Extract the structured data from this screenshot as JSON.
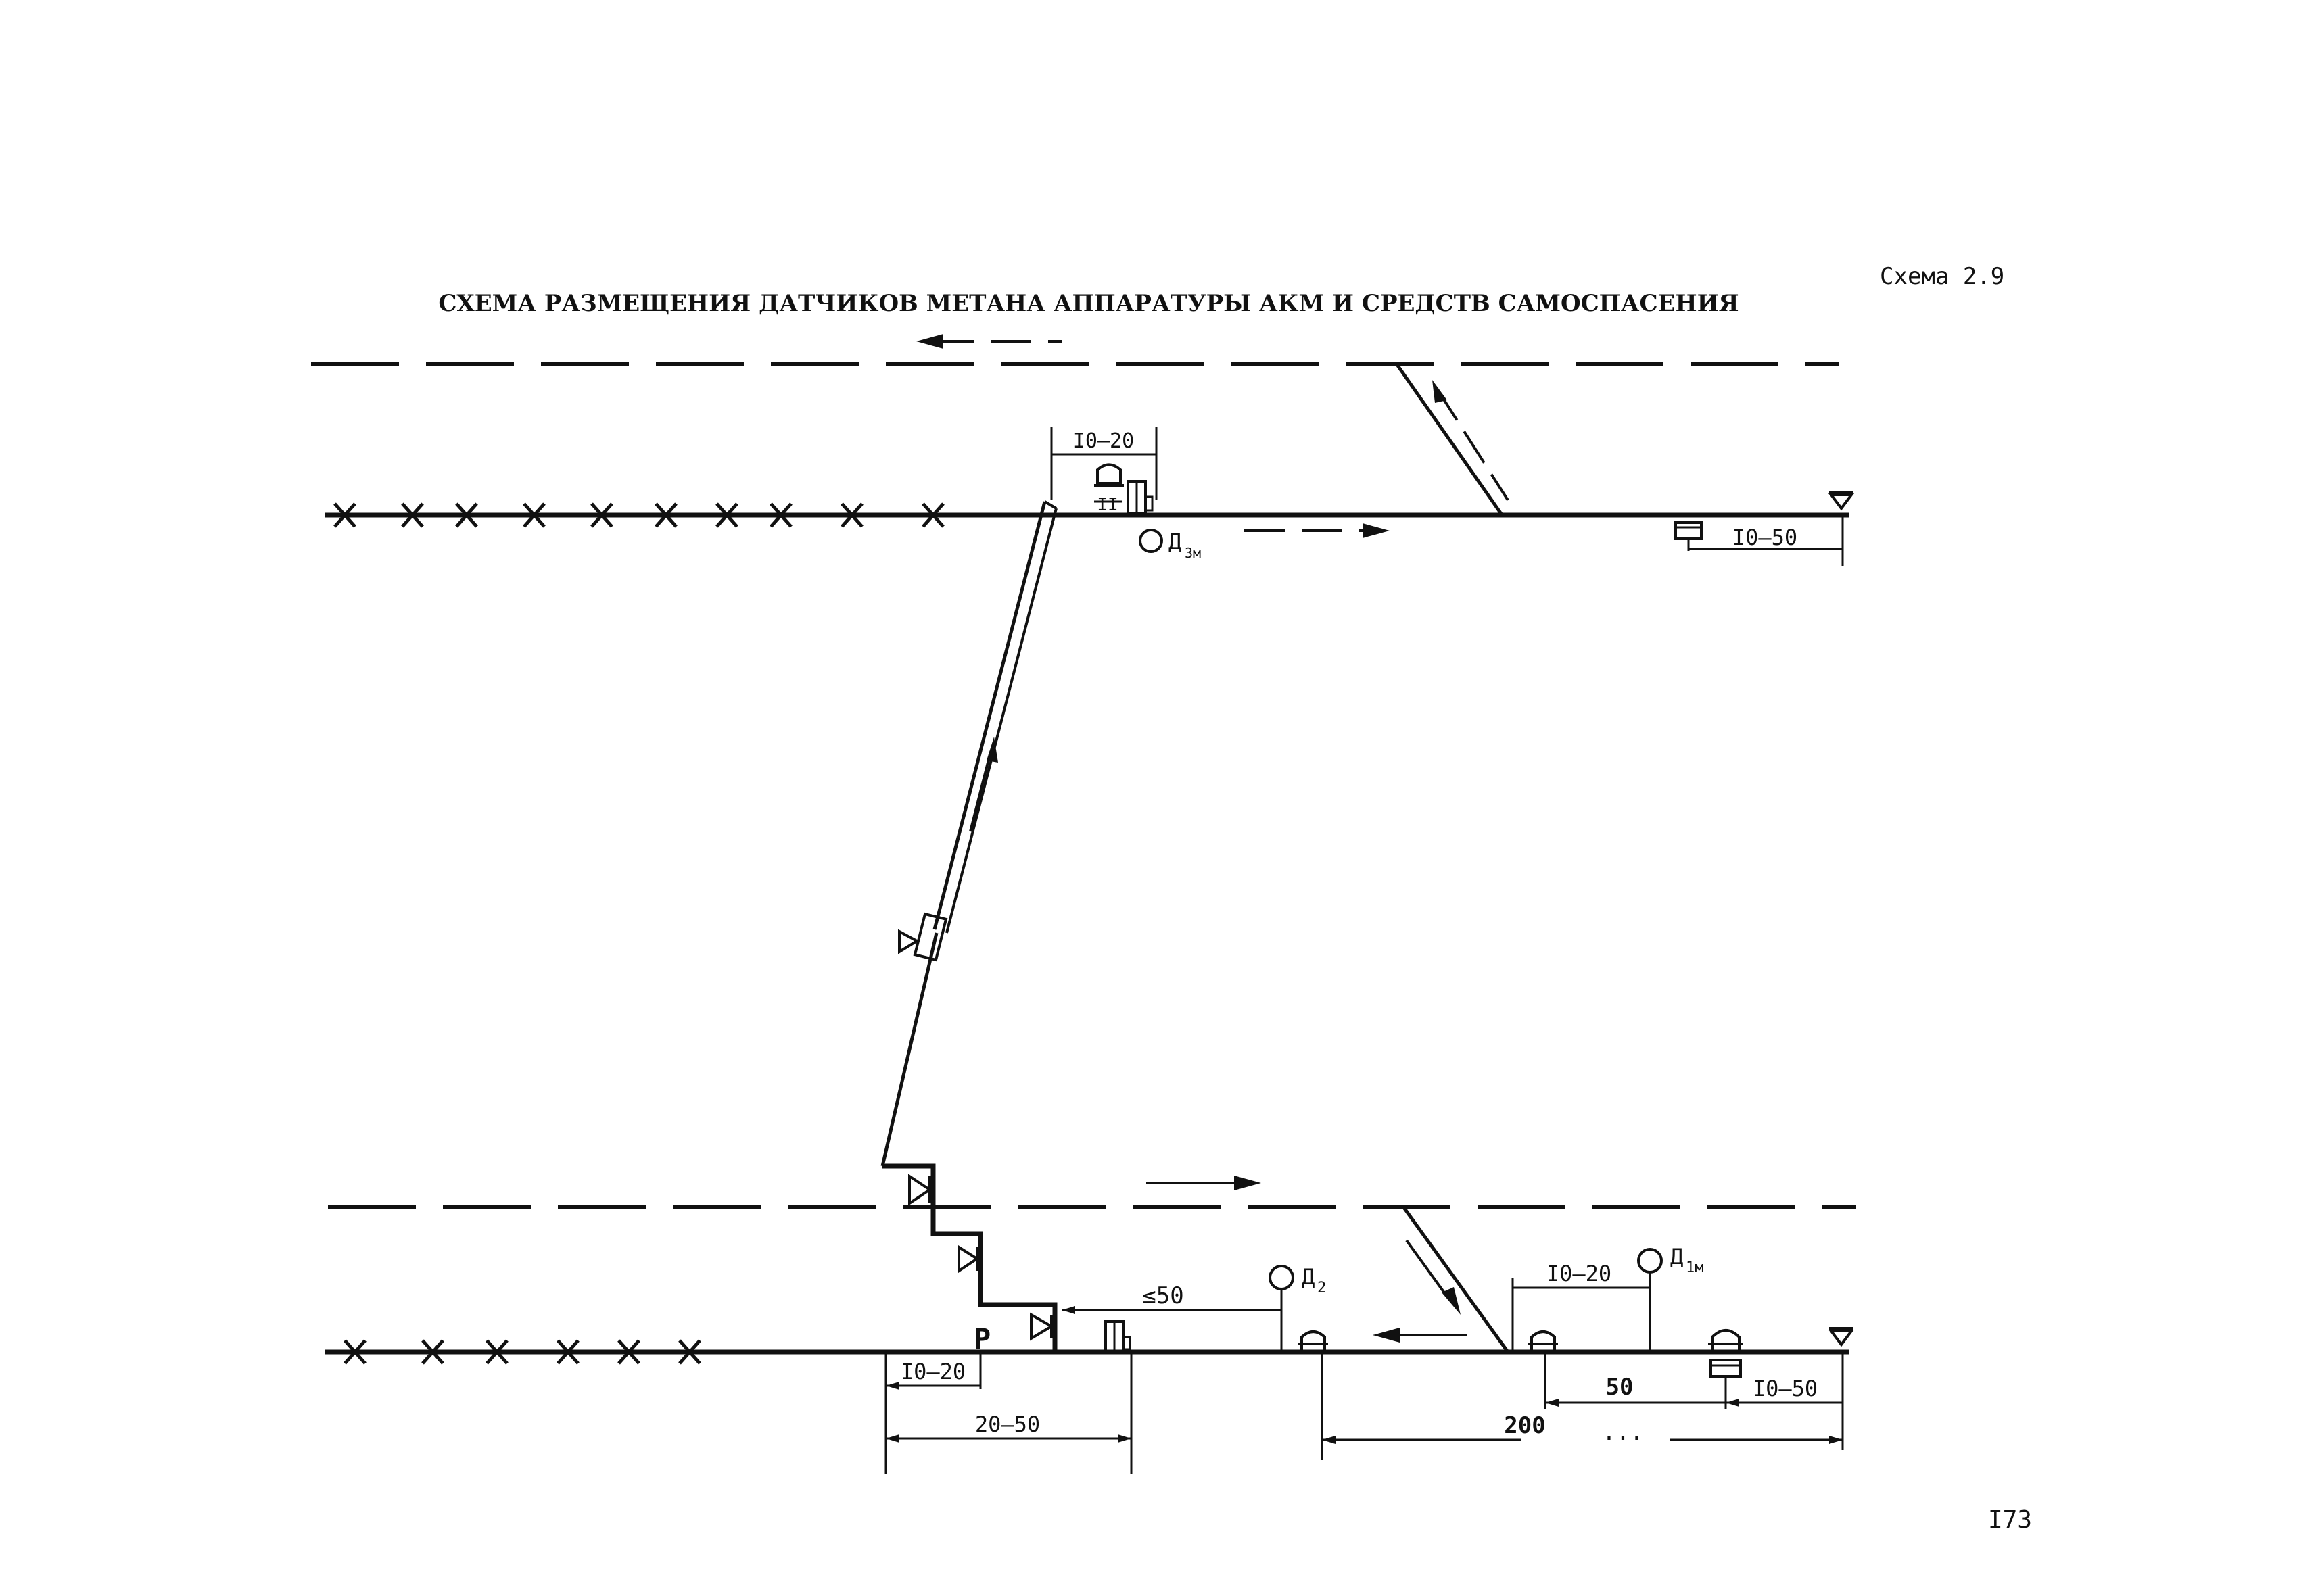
{
  "page": {
    "scheme_number": "Схема 2.9",
    "title": "СХЕМА РАЗМЕЩЕНИЯ ДАТЧИКОВ МЕТАНА АППАРАТУРЫ АКМ И СРЕДСТВ САМОСПАСЕНИЯ",
    "page_number": "I73"
  },
  "labels": {
    "dim_top_left": "I0–20",
    "dim_top_right": "I0–50",
    "sensor_top_d3": "Д",
    "sensor_top_d3_sub": "3м",
    "sensor_bottom_d2": "Д",
    "sensor_bottom_d2_sub": "2",
    "sensor_bottom_d1": "Д",
    "sensor_bottom_d1_sub": "1м",
    "dim_less_50": "≤50",
    "dim_bottom_i0_20_left": "I0–20",
    "dim_bottom_20_50": "20–50",
    "dim_bottom_i0_20_right": "I0–20",
    "dim_bottom_50": "50",
    "dim_bottom_i0_50": "I0–50",
    "dim_bottom_200": "200",
    "dim_bottom_dots": "...",
    "marker_p": "P",
    "marker_II": "II"
  }
}
